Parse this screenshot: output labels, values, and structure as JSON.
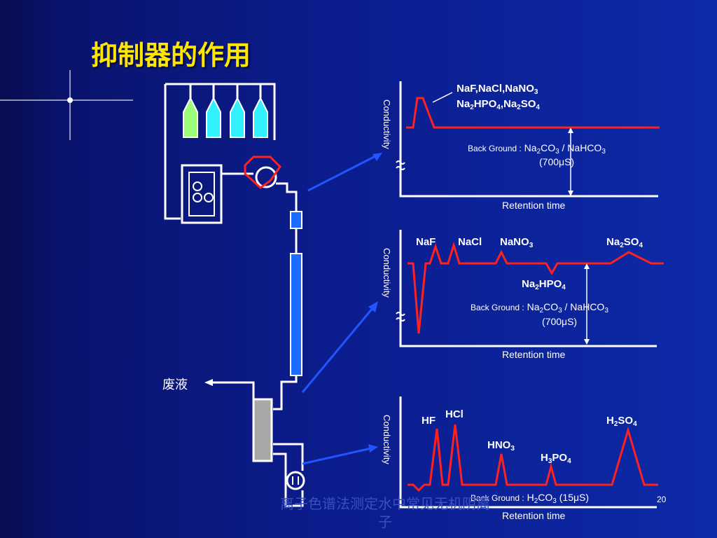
{
  "title": "抑制器的作用",
  "waste_label": "废液",
  "page_number": "20",
  "footer": "离子色谱法测定水中常见无机阴离子",
  "colors": {
    "trace": "#ff2020",
    "axis": "#ffffff",
    "title": "#ffe600",
    "arrow": "#2255ff",
    "column": "#1e6bff",
    "suppressor": "#a8a8a8"
  },
  "panels": [
    {
      "ylabel": "Conductivity",
      "xlabel": "Retention time",
      "peak_labels": [
        {
          "main": "NaF,NaCl,NaNO",
          "sub": "3"
        },
        {
          "p1": "Na",
          "s1": "2",
          "p2": "HPO",
          "s2": "4",
          "p3": ",Na",
          "s3": "2",
          "p4": "SO",
          "s4": "4"
        }
      ],
      "background": {
        "label": "Back Ground :",
        "a": "Na",
        "a_sub": "2",
        "b": "CO",
        "b_sub": "3",
        "c": " / NaHCO",
        "c_sub": "3",
        "value": "(700μS)"
      }
    },
    {
      "ylabel": "Conductivity",
      "xlabel": "Retention time",
      "peaks": {
        "naf": "NaF",
        "nacl": "NaCl",
        "nano3": "NaNO",
        "nano3_sub": "3",
        "na2so4_a": "Na",
        "na2so4_a_sub": "2",
        "na2so4_b": "SO",
        "na2so4_b_sub": "4",
        "na2hpo4_a": "Na",
        "na2hpo4_a_sub": "2",
        "na2hpo4_b": "HPO",
        "na2hpo4_b_sub": "4"
      },
      "background": {
        "label": "Back Ground :",
        "a": "Na",
        "a_sub": "2",
        "b": "CO",
        "b_sub": "3",
        "c": " / NaHCO",
        "c_sub": "3",
        "value": "(700μS)"
      }
    },
    {
      "ylabel": "Conductivity",
      "xlabel": "Retention time",
      "peaks": {
        "hf": "HF",
        "hcl": "HCl",
        "hno3": "HNO",
        "hno3_sub": "3",
        "h3po4_a": "H",
        "h3po4_a_sub": "3",
        "h3po4_b": "PO",
        "h3po4_b_sub": "4",
        "h2so4_a": "H",
        "h2so4_a_sub": "2",
        "h2so4_b": "SO",
        "h2so4_b_sub": "4"
      },
      "background": {
        "label": "Back Ground :",
        "a": "H",
        "a_sub": "2",
        "b": "CO",
        "b_sub": "3",
        "value": "(15μS)"
      }
    }
  ]
}
